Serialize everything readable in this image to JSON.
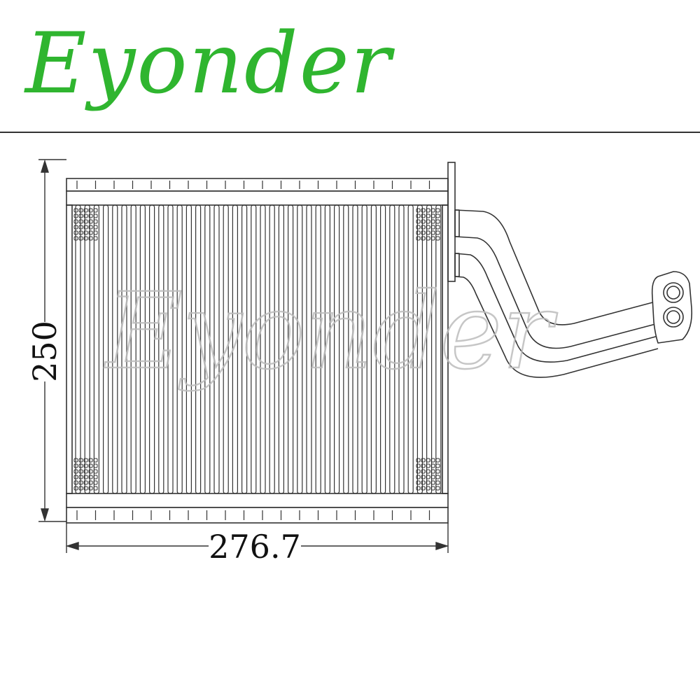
{
  "header": {
    "brand_logo": "Eyonder",
    "brand_color": "#2fb52f"
  },
  "watermark": {
    "text": "Eyonder"
  },
  "drawing": {
    "dimensions": {
      "height_label": "250",
      "width_label": "276.7"
    },
    "line_color": "#333333"
  }
}
